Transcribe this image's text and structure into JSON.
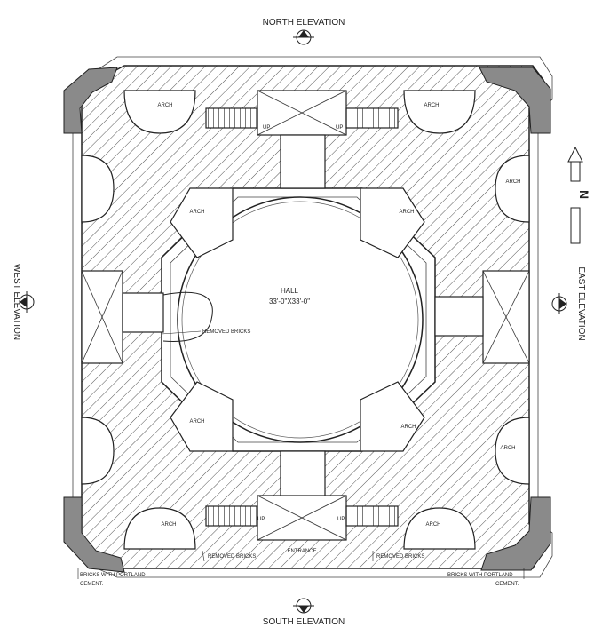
{
  "elevations": {
    "north": "NORTH ELEVATION",
    "south": "SOUTH ELEVATION",
    "west": "WEST ELEVATION",
    "east": "EAST ELEVATION"
  },
  "north_arrow": "N",
  "hall": {
    "title": "HALL",
    "dims": "33'-0\"X33'-0\""
  },
  "labels": {
    "arch": "ARCH",
    "up": "UP",
    "entrance": "ENTRANCE",
    "removed_bricks": "REMOVED BRICKS",
    "bricks_portland_line1": "BRICKS WITH PORTLAND",
    "bricks_portland_line2": "CEMENT."
  },
  "colors": {
    "line": "#222222",
    "hatch": "#555555",
    "damage": "#8a8a8a"
  }
}
